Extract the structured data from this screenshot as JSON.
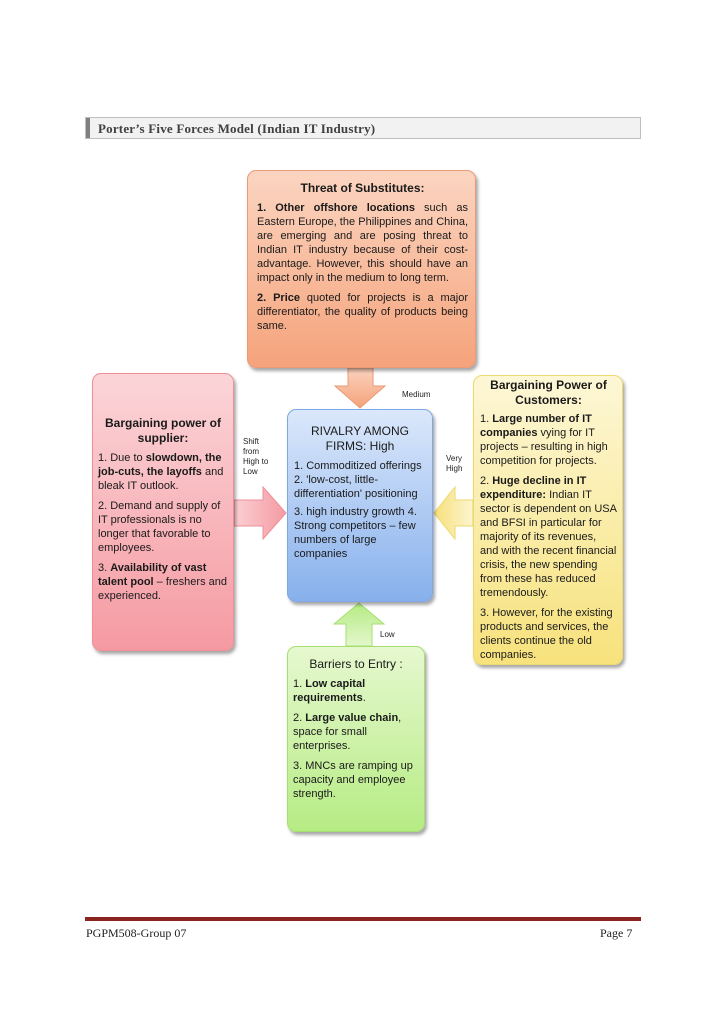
{
  "heading": "Porter’s Five Forces Model (Indian IT Industry)",
  "substitutes": {
    "title": "Threat of Substitutes:",
    "p1_num": "1.",
    "p1_bold": "Other offshore locations",
    "p1_rest": " such as Eastern Europe, the Philippines and China, are emerging and are posing threat to Indian IT industry because of their cost-advantage. However, this should have an impact only in the medium to long term.",
    "p2_num": "2.",
    "p2_bold": "Price",
    "p2_rest": " quoted for projects is a major differentiator, the quality of products being same."
  },
  "supplier": {
    "title": "Bargaining power of supplier:",
    "p1_pre": "1. Due to ",
    "p1_bold1": "slowdown, the job-cuts, the layoffs",
    "p1_rest": " and bleak IT outlook.",
    "p2": "2. Demand and supply of IT professionals is no longer that favorable to employees.",
    "p3_pre": "3. ",
    "p3_bold": "Availability of vast talent pool",
    "p3_rest": " – freshers and experienced."
  },
  "rivalry": {
    "title": "RIVALRY AMONG FIRMS: High",
    "p1": "1. Commoditized offerings",
    "p2": "2. 'low-cost, little-differentiation' positioning",
    "p3": "3. high industry growth 4. Strong competitors – few numbers of large companies"
  },
  "customers": {
    "title": "Bargaining Power of Customers:",
    "p1_pre": "1. ",
    "p1_bold": "Large number of IT companies",
    "p1_rest": " vying for IT projects – resulting in high competition for projects.",
    "p2_pre": "2. ",
    "p2_bold": "Huge decline in IT expenditure:",
    "p2_rest": " Indian IT sector is dependent on USA and BFSI in particular for majority of its revenues, and with the recent financial crisis, the new spending from these has reduced tremendously.",
    "p3": "3. However, for the existing products and services, the clients continue the old companies."
  },
  "barriers": {
    "title": "Barriers to Entry :",
    "p1_pre": "1. ",
    "p1_bold": "Low capital requirements",
    "p1_rest": ".",
    "p2_pre": "2. ",
    "p2_bold": "Large value chain",
    "p2_rest": ", space for small enterprises.",
    "p3": "3. MNCs are ramping up capacity and employee strength."
  },
  "labels": {
    "medium": "Medium",
    "shift": "Shift from High to Low",
    "very_high": "Very High",
    "low": "Low"
  },
  "footer": {
    "left": "PGPM508-Group 07",
    "right": "Page 7"
  },
  "colors": {
    "substitutes": "#f5a37b",
    "supplier": "#f59aa2",
    "rivalry": "#87b0ec",
    "customers": "#f7e27c",
    "barriers": "#b6ec84",
    "footer_rule": "#8b2321"
  }
}
